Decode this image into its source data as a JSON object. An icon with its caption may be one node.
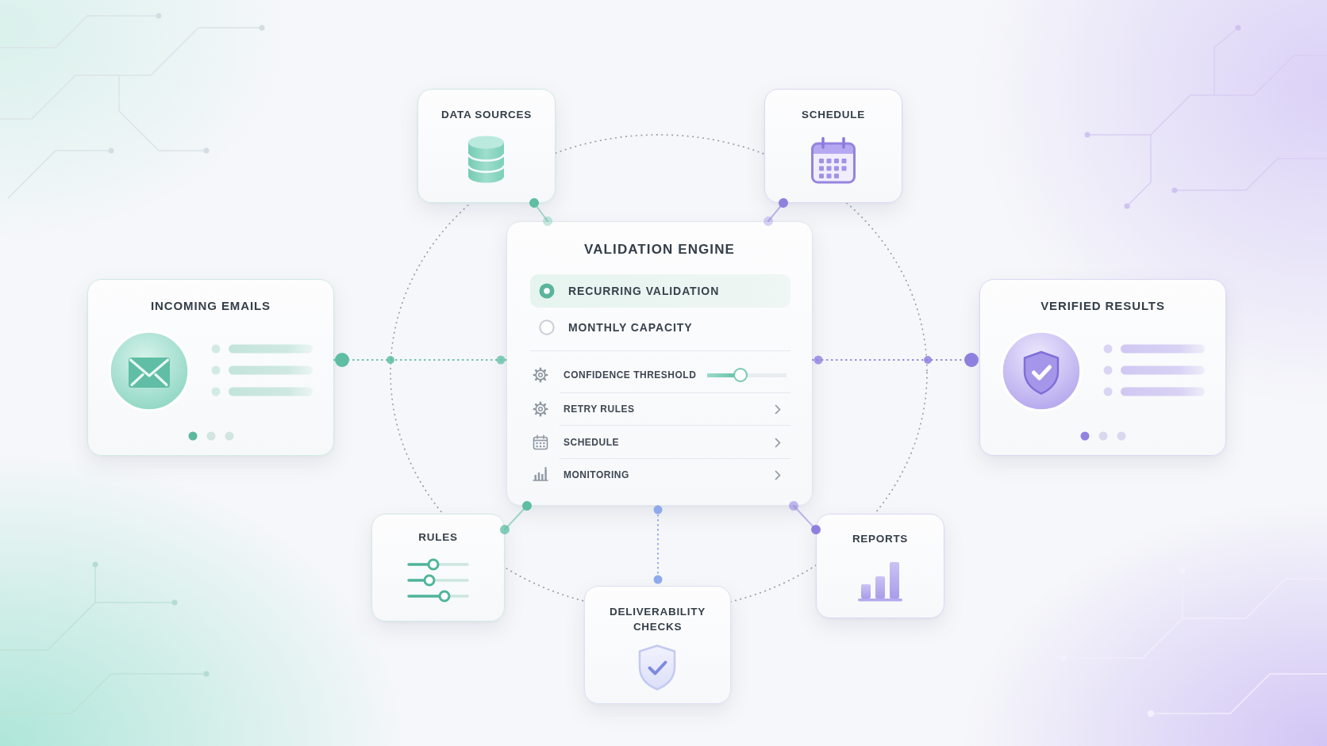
{
  "diagram": {
    "nodes": [
      {
        "text": [
          "DATA SOURCES"
        ]
      },
      {
        "text": [
          "SCHEDULE"
        ]
      },
      {
        "text": [
          "VALIDATION ENGINE",
          "RECURRING VALIDATION",
          "MONTHLY CAPACITY",
          "CONFIDENCE THRESHOLD",
          "RETRY RULES",
          "SCHEDULE",
          "MONITORING"
        ]
      },
      {
        "text": [
          "INCOMING EMAILS"
        ]
      },
      {
        "text": [
          "VERIFIED RESULTS"
        ]
      },
      {
        "text": [
          "RULES"
        ]
      },
      {
        "text": [
          "REPORTS"
        ]
      },
      {
        "text": [
          "DELIVERABILITY CHECKS"
        ]
      }
    ],
    "edges": [
      {
        "from": 3,
        "to": 2,
        "arrow": "other",
        "style": "dashed",
        "color": "#5dbea4"
      },
      {
        "from": 2,
        "to": 4,
        "arrow": "other",
        "style": "dashed",
        "color": "#8f80e0"
      },
      {
        "from": 0,
        "to": 2,
        "arrow": "other",
        "color": "#5dbea4"
      },
      {
        "from": 1,
        "to": 2,
        "arrow": "other",
        "color": "#8f80e0"
      },
      {
        "from": 2,
        "to": 5,
        "arrow": "other",
        "color": "#5dbea4"
      },
      {
        "from": 2,
        "to": 6,
        "arrow": "other",
        "color": "#8f80e0"
      },
      {
        "from": 2,
        "to": 7,
        "arrow": "other",
        "style": "dashed",
        "color": "#8eaaea"
      }
    ]
  }
}
